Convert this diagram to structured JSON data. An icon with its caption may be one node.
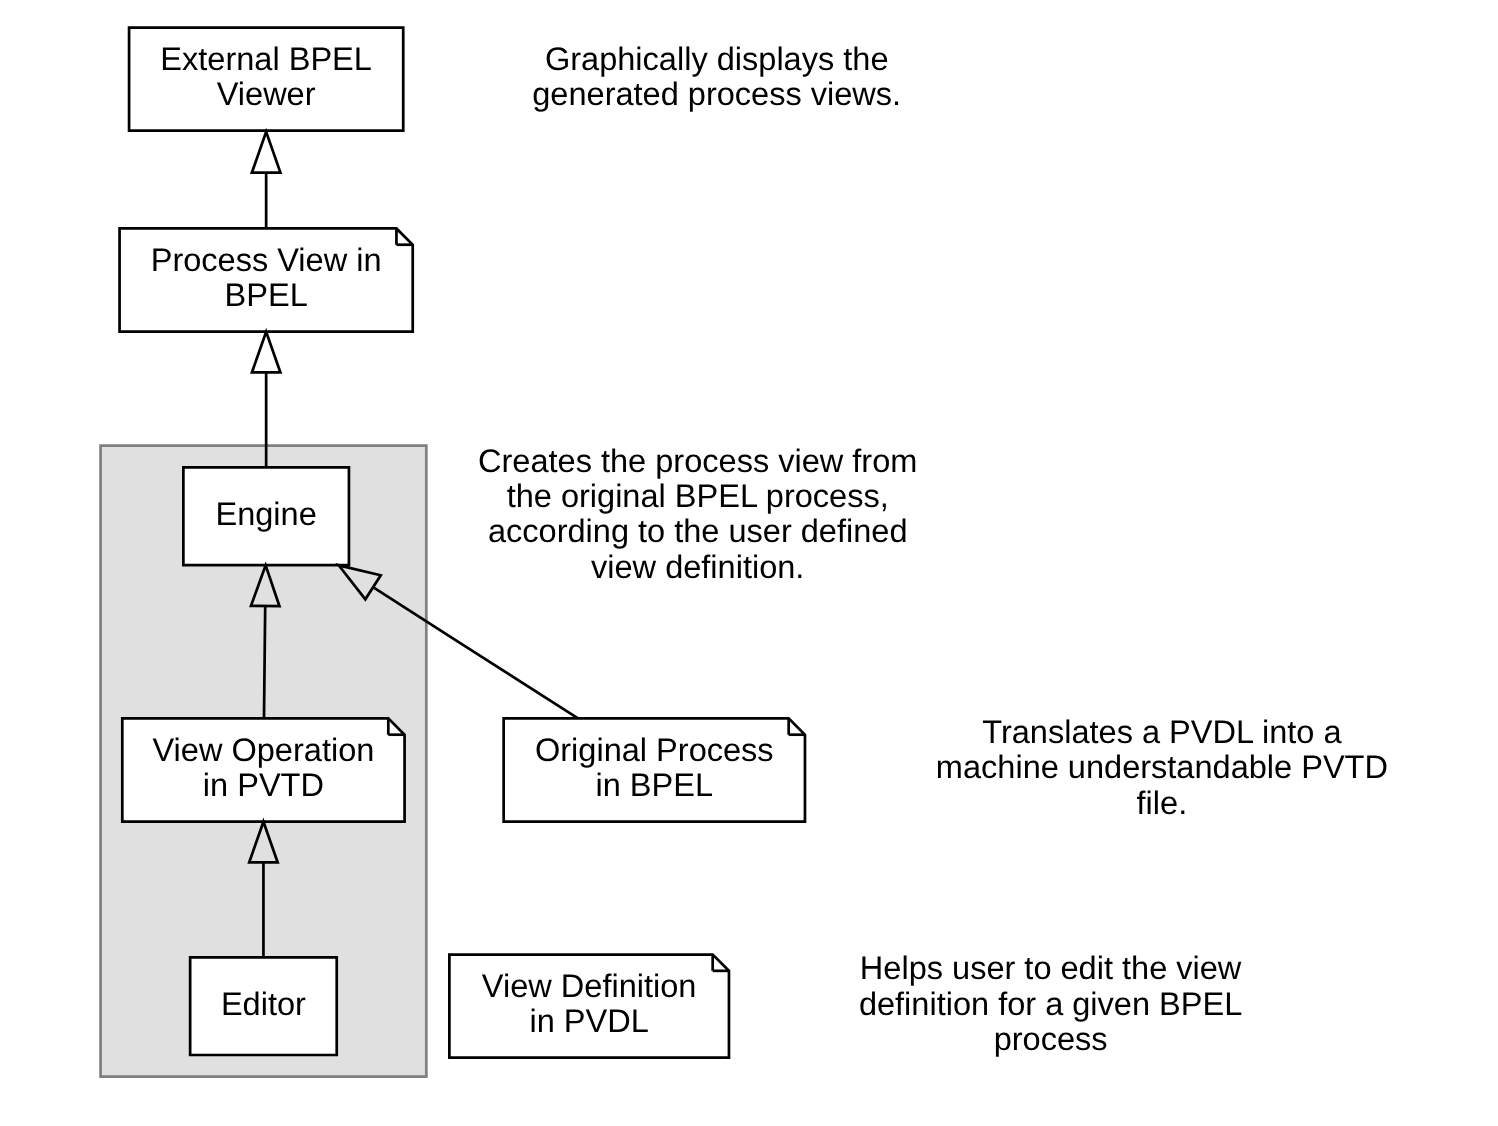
{
  "diagram": {
    "nodes": [
      {
        "text": [],
        "shape": "box"
      },
      {
        "text": [
          "External BPEL Viewer"
        ]
      },
      {
        "text": [
          "Process View in BPEL"
        ]
      },
      {
        "text": [
          "Engine"
        ],
        "in": 0
      },
      {
        "text": [
          "View Operation in PVTD"
        ],
        "in": 0
      },
      {
        "text": [
          "View Definition in PVDL"
        ]
      },
      {
        "text": [
          "Editor"
        ],
        "in": 0
      },
      {
        "text": [
          "Original Process in BPEL"
        ]
      }
    ],
    "edges": [
      {
        "from": 3,
        "to": 2,
        "arrow": "to"
      },
      {
        "from": 2,
        "to": 1,
        "arrow": "to"
      },
      {
        "from": 4,
        "to": 3,
        "arrow": "to"
      },
      {
        "from": 6,
        "to": 4,
        "arrow": "to"
      },
      {
        "from": 7,
        "to": 3,
        "arrow": "to"
      }
    ],
    "labels": [
      "Creates the process view from the original BPEL process, according to the user defined view definition.",
      "Graphically displays the generated process views.",
      "Translates a PVDL into a machine understandable PVTD file.",
      "Helps user to edit the view definition for a given BPEL process"
    ]
  }
}
